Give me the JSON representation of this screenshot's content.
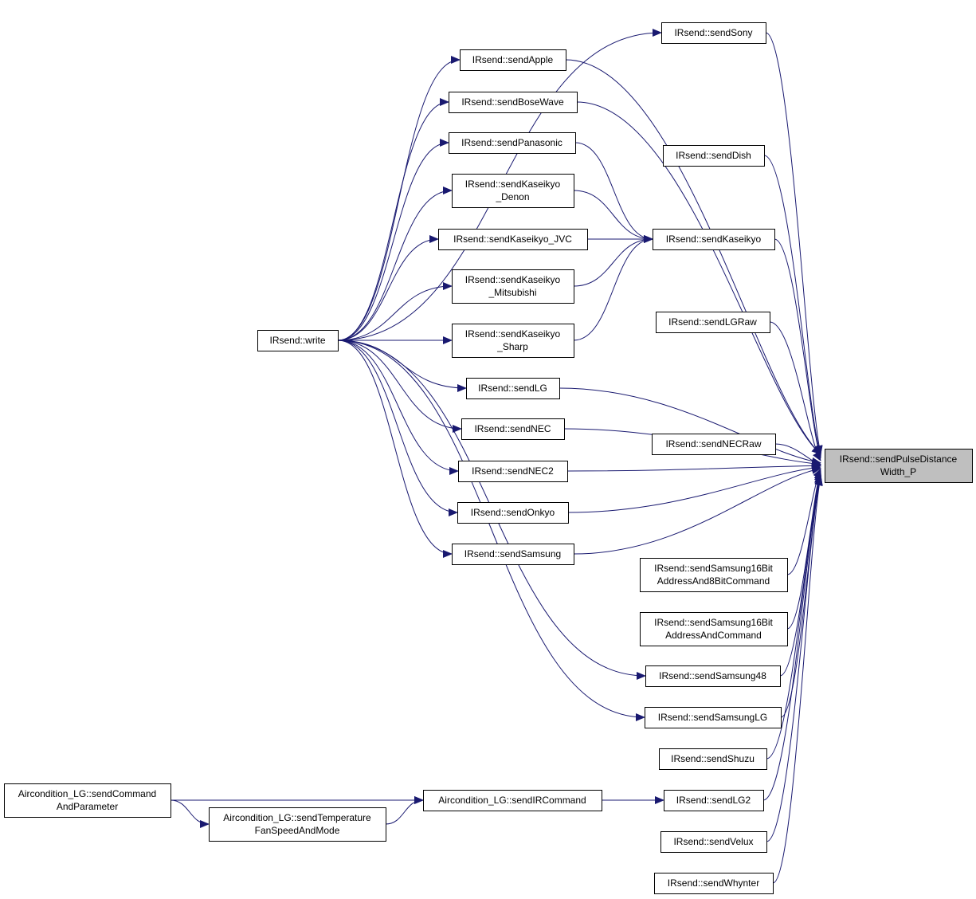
{
  "diagram": {
    "edge_color": "#191970",
    "root_fill": "#bfbfbf",
    "nodes": {
      "root": [
        "IRsend::sendPulseDistance",
        "Width_P"
      ],
      "sony": [
        "IRsend::sendSony"
      ],
      "apple": [
        "IRsend::sendApple"
      ],
      "bose": [
        "IRsend::sendBoseWave"
      ],
      "panasonic": [
        "IRsend::sendPanasonic"
      ],
      "dish": [
        "IRsend::sendDish"
      ],
      "kdenon": [
        "IRsend::sendKaseikyo",
        "_Denon"
      ],
      "kjvc": [
        "IRsend::sendKaseikyo_JVC"
      ],
      "kaseikyo": [
        "IRsend::sendKaseikyo"
      ],
      "kmits": [
        "IRsend::sendKaseikyo",
        "_Mitsubishi"
      ],
      "lgraw": [
        "IRsend::sendLGRaw"
      ],
      "write": [
        "IRsend::write"
      ],
      "ksharp": [
        "IRsend::sendKaseikyo",
        "_Sharp"
      ],
      "lg": [
        "IRsend::sendLG"
      ],
      "nec": [
        "IRsend::sendNEC"
      ],
      "necraw": [
        "IRsend::sendNECRaw"
      ],
      "nec2": [
        "IRsend::sendNEC2"
      ],
      "onkyo": [
        "IRsend::sendOnkyo"
      ],
      "samsung": [
        "IRsend::sendSamsung"
      ],
      "s16a8": [
        "IRsend::sendSamsung16Bit",
        "AddressAnd8BitCommand"
      ],
      "s16": [
        "IRsend::sendSamsung16Bit",
        "AddressAndCommand"
      ],
      "s48": [
        "IRsend::sendSamsung48"
      ],
      "slg": [
        "IRsend::sendSamsungLG"
      ],
      "shuzu": [
        "IRsend::sendShuzu"
      ],
      "ac_cmd": [
        "Aircondition_LG::sendCommand",
        "AndParameter"
      ],
      "ac_ir": [
        "Aircondition_LG::sendIRCommand"
      ],
      "lg2": [
        "IRsend::sendLG2"
      ],
      "ac_temp": [
        "Aircondition_LG::sendTemperature",
        "FanSpeedAndMode"
      ],
      "velux": [
        "IRsend::sendVelux"
      ],
      "whynter": [
        "IRsend::sendWhynter"
      ]
    },
    "edges": [
      [
        "write",
        "sony"
      ],
      [
        "write",
        "apple"
      ],
      [
        "write",
        "bose"
      ],
      [
        "write",
        "panasonic"
      ],
      [
        "write",
        "kdenon"
      ],
      [
        "write",
        "kjvc"
      ],
      [
        "write",
        "kmits"
      ],
      [
        "write",
        "ksharp"
      ],
      [
        "write",
        "lg"
      ],
      [
        "write",
        "nec"
      ],
      [
        "write",
        "nec2"
      ],
      [
        "write",
        "onkyo"
      ],
      [
        "write",
        "samsung"
      ],
      [
        "write",
        "s48"
      ],
      [
        "write",
        "slg"
      ],
      [
        "panasonic",
        "kaseikyo"
      ],
      [
        "kdenon",
        "kaseikyo"
      ],
      [
        "kjvc",
        "kaseikyo"
      ],
      [
        "kmits",
        "kaseikyo"
      ],
      [
        "ksharp",
        "kaseikyo"
      ],
      [
        "ac_cmd",
        "ac_ir"
      ],
      [
        "ac_cmd",
        "ac_temp"
      ],
      [
        "ac_temp",
        "ac_ir"
      ],
      [
        "ac_ir",
        "lg2"
      ],
      [
        "sony",
        "root"
      ],
      [
        "apple",
        "root"
      ],
      [
        "bose",
        "root"
      ],
      [
        "dish",
        "root"
      ],
      [
        "kaseikyo",
        "root"
      ],
      [
        "lgraw",
        "root"
      ],
      [
        "lg",
        "root"
      ],
      [
        "nec",
        "root"
      ],
      [
        "necraw",
        "root"
      ],
      [
        "nec2",
        "root"
      ],
      [
        "onkyo",
        "root"
      ],
      [
        "samsung",
        "root"
      ],
      [
        "s16a8",
        "root"
      ],
      [
        "s16",
        "root"
      ],
      [
        "s48",
        "root"
      ],
      [
        "slg",
        "root"
      ],
      [
        "shuzu",
        "root"
      ],
      [
        "lg2",
        "root"
      ],
      [
        "velux",
        "root"
      ],
      [
        "whynter",
        "root"
      ]
    ]
  }
}
